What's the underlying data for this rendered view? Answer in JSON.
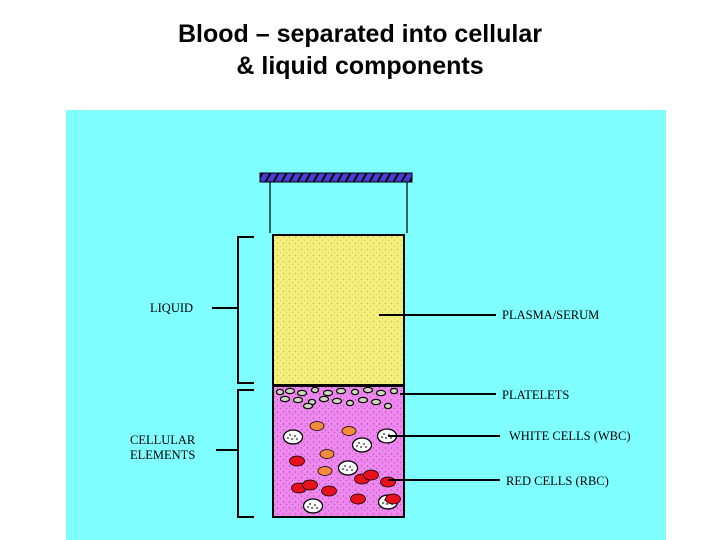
{
  "title_line1": "Blood – separated into cellular",
  "title_line2": "& liquid components",
  "colors": {
    "panel": "#7fffff",
    "plasma": "#f3ef7a",
    "cells": "#ee88ee",
    "cap": "#4b3ad0",
    "rbc": "#e8101c",
    "orange": "#f58a3a"
  },
  "labels": {
    "liquid": "LIQUID",
    "cellular_1": "CELLULAR",
    "cellular_2": "ELEMENTS",
    "plasma": "PLASMA/SERUM",
    "platelets": "PLATELETS",
    "wbc": "WHITE CELLS (WBC)",
    "rbc": "RED CELLS (RBC)"
  }
}
